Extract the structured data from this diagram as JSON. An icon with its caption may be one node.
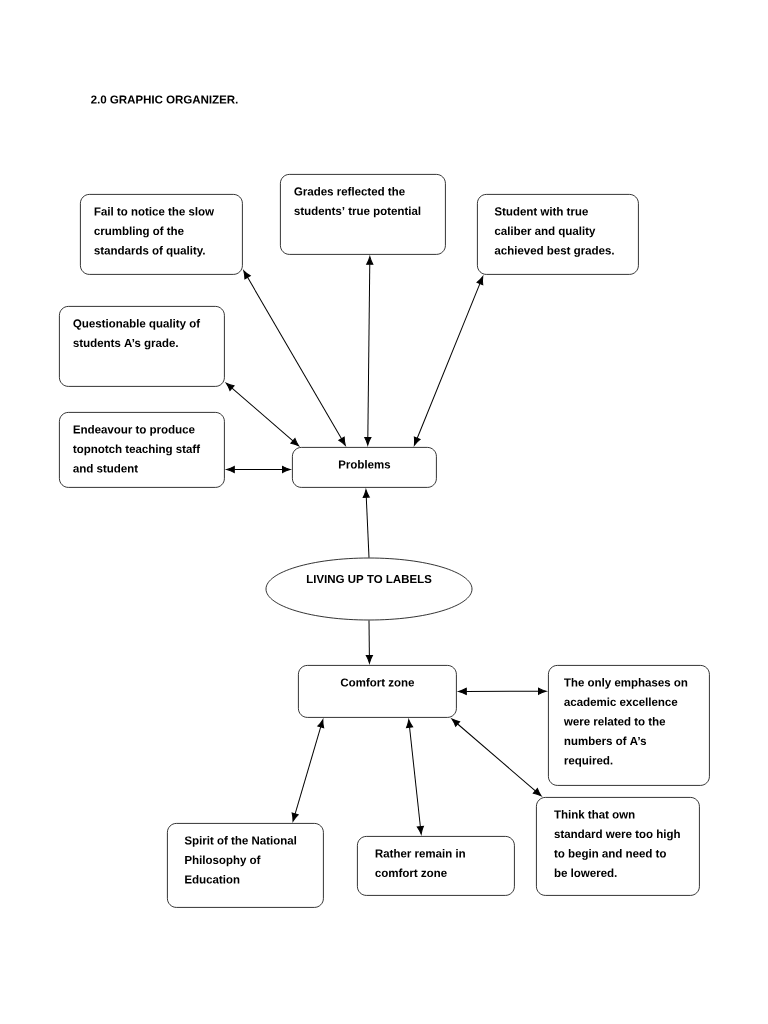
{
  "diagram": {
    "title": "2.0 GRAPHIC ORGANIZER.",
    "nodes": [
      {
        "text": [
          "Fail to notice the slow crumbling of the standards of quality."
        ]
      },
      {
        "text": [
          "Grades reflected the students’ true potential"
        ]
      },
      {
        "text": [
          "Student with true caliber and quality achieved best grades."
        ]
      },
      {
        "text": [
          "Questionable quality of students A’s grade."
        ]
      },
      {
        "text": [
          "Endeavour to produce topnotch teaching staff and student"
        ]
      },
      {
        "text": [
          "Problems"
        ]
      },
      {
        "text": [
          "LIVING UP TO LABELS"
        ]
      },
      {
        "text": [
          "Comfort zone"
        ]
      },
      {
        "text": [
          "The only emphases on academic excellence were related to the numbers of A’s required."
        ]
      },
      {
        "text": [
          "Spirit of the National Philosophy of Education"
        ]
      },
      {
        "text": [
          "Rather remain in comfort zone"
        ]
      },
      {
        "text": [
          "Think that own standard were too high to begin and need to be lowered."
        ]
      }
    ],
    "edges": [
      {
        "from": 5,
        "to": 0,
        "arrow": "both"
      },
      {
        "from": 5,
        "to": 1,
        "arrow": "both"
      },
      {
        "from": 5,
        "to": 2,
        "arrow": "both"
      },
      {
        "from": 5,
        "to": 3,
        "arrow": "both"
      },
      {
        "from": 5,
        "to": 4,
        "arrow": "both"
      },
      {
        "from": 6,
        "to": 5,
        "arrow": "to"
      },
      {
        "from": 6,
        "to": 7,
        "arrow": "to"
      },
      {
        "from": 7,
        "to": 8,
        "arrow": "both"
      },
      {
        "from": 7,
        "to": 9,
        "arrow": "both"
      },
      {
        "from": 7,
        "to": 10,
        "arrow": "both"
      },
      {
        "from": 7,
        "to": 11,
        "arrow": "both"
      }
    ]
  }
}
